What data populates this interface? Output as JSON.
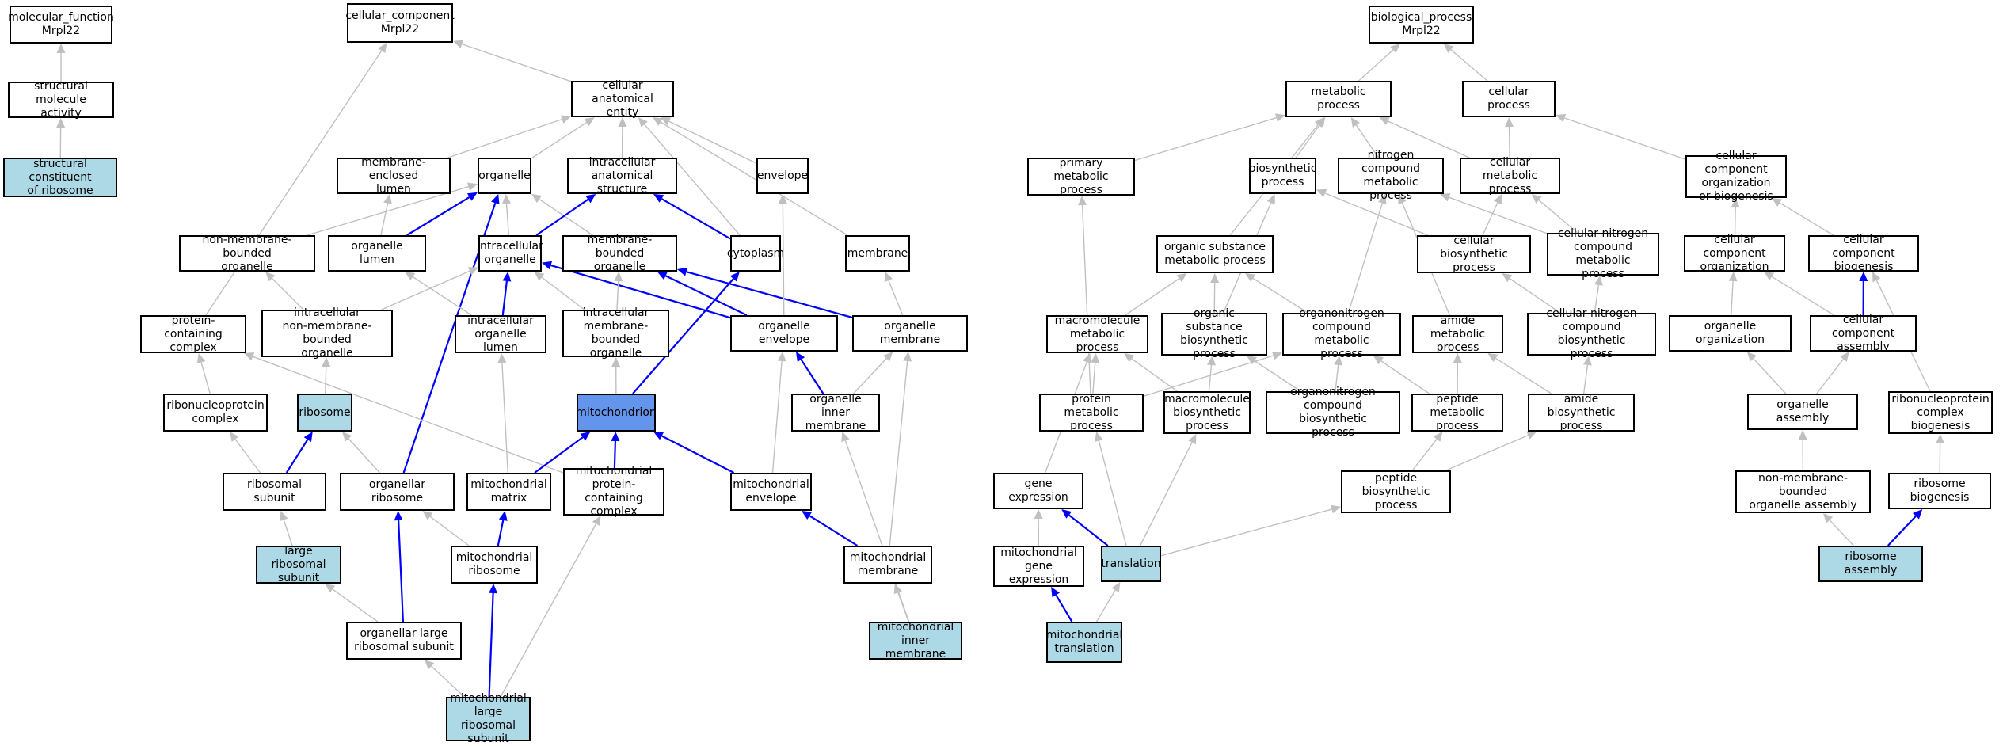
{
  "colors": {
    "node_fill": "#ffffff",
    "term_fill": "#add8e6",
    "focus_fill": "#6495ed",
    "edge_gray": "#c0c0c0",
    "edge_blue": "#0000ff"
  },
  "nodes": [
    {
      "id": "mf",
      "label": "molecular_function\nMrpl22",
      "kind": "root"
    },
    {
      "id": "sma",
      "label": "structural molecule\nactivity",
      "kind": "normal"
    },
    {
      "id": "scr",
      "label": "structural constituent\nof ribosome",
      "kind": "term"
    },
    {
      "id": "cc",
      "label": "cellular_component\nMrpl22",
      "kind": "root"
    },
    {
      "id": "cae",
      "label": "cellular anatomical\nentity",
      "kind": "normal"
    },
    {
      "id": "mel",
      "label": "membrane-enclosed\nlumen",
      "kind": "normal"
    },
    {
      "id": "org",
      "label": "organelle",
      "kind": "normal"
    },
    {
      "id": "ias",
      "label": "intracellular\nanatomical structure",
      "kind": "normal"
    },
    {
      "id": "env",
      "label": "envelope",
      "kind": "normal"
    },
    {
      "id": "nmbo",
      "label": "non-membrane-bounded\norganelle",
      "kind": "normal"
    },
    {
      "id": "olu",
      "label": "organelle lumen",
      "kind": "normal"
    },
    {
      "id": "io",
      "label": "intracellular\norganelle",
      "kind": "normal"
    },
    {
      "id": "mbo",
      "label": "membrane-bounded\norganelle",
      "kind": "normal"
    },
    {
      "id": "cyt",
      "label": "cytoplasm",
      "kind": "normal"
    },
    {
      "id": "mem",
      "label": "membrane",
      "kind": "normal"
    },
    {
      "id": "pcc",
      "label": "protein-containing\ncomplex",
      "kind": "normal"
    },
    {
      "id": "inmbo",
      "label": "intracellular\nnon-membrane-bounded\norganelle",
      "kind": "normal"
    },
    {
      "id": "iol",
      "label": "intracellular\norganelle lumen",
      "kind": "normal"
    },
    {
      "id": "imbo",
      "label": "intracellular\nmembrane-bounded\norganelle",
      "kind": "normal"
    },
    {
      "id": "oenv",
      "label": "organelle envelope",
      "kind": "normal"
    },
    {
      "id": "omem",
      "label": "organelle membrane",
      "kind": "normal"
    },
    {
      "id": "rnpc",
      "label": "ribonucleoprotein\ncomplex",
      "kind": "normal"
    },
    {
      "id": "rib",
      "label": "ribosome",
      "kind": "term"
    },
    {
      "id": "mito",
      "label": "mitochondrion",
      "kind": "focus"
    },
    {
      "id": "oim",
      "label": "organelle inner\nmembrane",
      "kind": "normal"
    },
    {
      "id": "rsu",
      "label": "ribosomal subunit",
      "kind": "normal"
    },
    {
      "id": "orib",
      "label": "organellar ribosome",
      "kind": "normal"
    },
    {
      "id": "mmat",
      "label": "mitochondrial\nmatrix",
      "kind": "normal"
    },
    {
      "id": "mpcc",
      "label": "mitochondrial\nprotein-containing\ncomplex",
      "kind": "normal"
    },
    {
      "id": "menv",
      "label": "mitochondrial\nenvelope",
      "kind": "normal"
    },
    {
      "id": "lrsu",
      "label": "large ribosomal\nsubunit",
      "kind": "term"
    },
    {
      "id": "mrib",
      "label": "mitochondrial\nribosome",
      "kind": "normal"
    },
    {
      "id": "mmem",
      "label": "mitochondrial\nmembrane",
      "kind": "normal"
    },
    {
      "id": "olrs",
      "label": "organellar large\nribosomal subunit",
      "kind": "normal"
    },
    {
      "id": "mim",
      "label": "mitochondrial\ninner membrane",
      "kind": "term"
    },
    {
      "id": "mlrs",
      "label": "mitochondrial\nlarge ribosomal\nsubunit",
      "kind": "term"
    },
    {
      "id": "bp",
      "label": "biological_process\nMrpl22",
      "kind": "root"
    },
    {
      "id": "metp",
      "label": "metabolic process",
      "kind": "normal"
    },
    {
      "id": "cellp",
      "label": "cellular process",
      "kind": "normal"
    },
    {
      "id": "pmp",
      "label": "primary metabolic\nprocess",
      "kind": "normal"
    },
    {
      "id": "bsp",
      "label": "biosynthetic\nprocess",
      "kind": "normal"
    },
    {
      "id": "ncmp",
      "label": "nitrogen compound\nmetabolic process",
      "kind": "normal"
    },
    {
      "id": "cmp",
      "label": "cellular metabolic\nprocess",
      "kind": "normal"
    },
    {
      "id": "ccob",
      "label": "cellular component\norganization\nor biogenesis",
      "kind": "normal"
    },
    {
      "id": "osmp",
      "label": "organic substance\nmetabolic process",
      "kind": "normal"
    },
    {
      "id": "cbp",
      "label": "cellular biosynthetic\nprocess",
      "kind": "normal"
    },
    {
      "id": "cncmp",
      "label": "cellular nitrogen\ncompound metabolic\nprocess",
      "kind": "normal"
    },
    {
      "id": "cco",
      "label": "cellular component\norganization",
      "kind": "normal"
    },
    {
      "id": "ccb",
      "label": "cellular component\nbiogenesis",
      "kind": "normal"
    },
    {
      "id": "mmp",
      "label": "macromolecule\nmetabolic process",
      "kind": "normal"
    },
    {
      "id": "osbp",
      "label": "organic substance\nbiosynthetic\nprocess",
      "kind": "normal"
    },
    {
      "id": "oncmp",
      "label": "organonitrogen\ncompound metabolic\nprocess",
      "kind": "normal"
    },
    {
      "id": "amp",
      "label": "amide metabolic\nprocess",
      "kind": "normal"
    },
    {
      "id": "cncbp",
      "label": "cellular nitrogen\ncompound biosynthetic\nprocess",
      "kind": "normal"
    },
    {
      "id": "oo",
      "label": "organelle organization",
      "kind": "normal"
    },
    {
      "id": "cca",
      "label": "cellular component\nassembly",
      "kind": "normal"
    },
    {
      "id": "prmp",
      "label": "protein metabolic\nprocess",
      "kind": "normal"
    },
    {
      "id": "mbp",
      "label": "macromolecule\nbiosynthetic\nprocess",
      "kind": "normal"
    },
    {
      "id": "oncbp",
      "label": "organonitrogen\ncompound biosynthetic\nprocess",
      "kind": "normal"
    },
    {
      "id": "pepmp",
      "label": "peptide metabolic\nprocess",
      "kind": "normal"
    },
    {
      "id": "abp",
      "label": "amide biosynthetic\nprocess",
      "kind": "normal"
    },
    {
      "id": "oa",
      "label": "organelle assembly",
      "kind": "normal"
    },
    {
      "id": "rnpb",
      "label": "ribonucleoprotein\ncomplex biogenesis",
      "kind": "normal"
    },
    {
      "id": "ge",
      "label": "gene expression",
      "kind": "normal"
    },
    {
      "id": "pbp",
      "label": "peptide biosynthetic\nprocess",
      "kind": "normal"
    },
    {
      "id": "nmboa",
      "label": "non-membrane-bounded\norganelle assembly",
      "kind": "normal"
    },
    {
      "id": "rb",
      "label": "ribosome biogenesis",
      "kind": "normal"
    },
    {
      "id": "mge",
      "label": "mitochondrial\ngene expression",
      "kind": "normal"
    },
    {
      "id": "tr",
      "label": "translation",
      "kind": "term"
    },
    {
      "id": "ra",
      "label": "ribosome assembly",
      "kind": "term"
    },
    {
      "id": "mtr",
      "label": "mitochondrial\ntranslation",
      "kind": "term"
    }
  ],
  "edges": [
    [
      "sma",
      "mf",
      "gray"
    ],
    [
      "scr",
      "sma",
      "gray"
    ],
    [
      "cae",
      "cc",
      "gray"
    ],
    [
      "pcc",
      "cc",
      "gray"
    ],
    [
      "org",
      "cae",
      "gray"
    ],
    [
      "mel",
      "cae",
      "gray"
    ],
    [
      "ias",
      "cae",
      "gray"
    ],
    [
      "env",
      "cae",
      "gray"
    ],
    [
      "cyt",
      "cae",
      "gray"
    ],
    [
      "mem",
      "cae",
      "gray"
    ],
    [
      "nmbo",
      "org",
      "gray"
    ],
    [
      "olu",
      "org",
      "blue"
    ],
    [
      "io",
      "org",
      "gray"
    ],
    [
      "mbo",
      "org",
      "gray"
    ],
    [
      "orib",
      "org",
      "blue"
    ],
    [
      "olu",
      "mel",
      "gray"
    ],
    [
      "io",
      "ias",
      "blue"
    ],
    [
      "cyt",
      "ias",
      "blue"
    ],
    [
      "inmbo",
      "nmbo",
      "gray"
    ],
    [
      "inmbo",
      "io",
      "gray"
    ],
    [
      "iol",
      "io",
      "blue"
    ],
    [
      "imbo",
      "io",
      "gray"
    ],
    [
      "oenv",
      "io",
      "blue"
    ],
    [
      "iol",
      "olu",
      "gray"
    ],
    [
      "imbo",
      "mbo",
      "gray"
    ],
    [
      "oenv",
      "mbo",
      "blue"
    ],
    [
      "omem",
      "mbo",
      "blue"
    ],
    [
      "mito",
      "cyt",
      "blue"
    ],
    [
      "oenv",
      "env",
      "gray"
    ],
    [
      "omem",
      "mem",
      "gray"
    ],
    [
      "rnpc",
      "pcc",
      "gray"
    ],
    [
      "mpcc",
      "pcc",
      "gray"
    ],
    [
      "rib",
      "inmbo",
      "gray"
    ],
    [
      "mito",
      "imbo",
      "gray"
    ],
    [
      "oim",
      "oenv",
      "blue"
    ],
    [
      "oim",
      "omem",
      "gray"
    ],
    [
      "menv",
      "oenv",
      "gray"
    ],
    [
      "mmem",
      "omem",
      "gray"
    ],
    [
      "rsu",
      "rnpc",
      "gray"
    ],
    [
      "rsu",
      "rib",
      "blue"
    ],
    [
      "orib",
      "rib",
      "gray"
    ],
    [
      "mmat",
      "iol",
      "gray"
    ],
    [
      "mmat",
      "mito",
      "blue"
    ],
    [
      "mpcc",
      "mito",
      "blue"
    ],
    [
      "menv",
      "mito",
      "blue"
    ],
    [
      "mim",
      "oim",
      "gray"
    ],
    [
      "lrsu",
      "rsu",
      "gray"
    ],
    [
      "mrib",
      "orib",
      "gray"
    ],
    [
      "olrs",
      "orib",
      "blue"
    ],
    [
      "mrib",
      "mmat",
      "blue"
    ],
    [
      "mlrs",
      "mpcc",
      "gray"
    ],
    [
      "mmem",
      "menv",
      "blue"
    ],
    [
      "olrs",
      "lrsu",
      "gray"
    ],
    [
      "mlrs",
      "mrib",
      "blue"
    ],
    [
      "mim",
      "mmem",
      "gray"
    ],
    [
      "mlrs",
      "olrs",
      "gray"
    ],
    [
      "metp",
      "bp",
      "gray"
    ],
    [
      "cellp",
      "bp",
      "gray"
    ],
    [
      "pmp",
      "metp",
      "gray"
    ],
    [
      "bsp",
      "metp",
      "gray"
    ],
    [
      "ncmp",
      "metp",
      "gray"
    ],
    [
      "cmp",
      "metp",
      "gray"
    ],
    [
      "osmp",
      "metp",
      "gray"
    ],
    [
      "cmp",
      "cellp",
      "gray"
    ],
    [
      "ccob",
      "cellp",
      "gray"
    ],
    [
      "prmp",
      "pmp",
      "gray"
    ],
    [
      "cbp",
      "bsp",
      "gray"
    ],
    [
      "osbp",
      "bsp",
      "gray"
    ],
    [
      "cncmp",
      "ncmp",
      "gray"
    ],
    [
      "oncmp",
      "ncmp",
      "gray"
    ],
    [
      "amp",
      "ncmp",
      "gray"
    ],
    [
      "cbp",
      "cmp",
      "gray"
    ],
    [
      "cncmp",
      "cmp",
      "gray"
    ],
    [
      "cco",
      "ccob",
      "gray"
    ],
    [
      "ccb",
      "ccob",
      "gray"
    ],
    [
      "mmp",
      "osmp",
      "gray"
    ],
    [
      "osbp",
      "osmp",
      "gray"
    ],
    [
      "oncmp",
      "osmp",
      "gray"
    ],
    [
      "cncbp",
      "cbp",
      "gray"
    ],
    [
      "cncbp",
      "cncmp",
      "gray"
    ],
    [
      "oo",
      "cco",
      "gray"
    ],
    [
      "cca",
      "cco",
      "gray"
    ],
    [
      "cca",
      "ccb",
      "blue"
    ],
    [
      "rnpb",
      "ccb",
      "gray"
    ],
    [
      "prmp",
      "mmp",
      "gray"
    ],
    [
      "mbp",
      "mmp",
      "gray"
    ],
    [
      "ge",
      "mmp",
      "gray"
    ],
    [
      "mbp",
      "osbp",
      "gray"
    ],
    [
      "oncbp",
      "osbp",
      "gray"
    ],
    [
      "prmp",
      "oncmp",
      "gray"
    ],
    [
      "oncbp",
      "oncmp",
      "gray"
    ],
    [
      "pepmp",
      "oncmp",
      "gray"
    ],
    [
      "pepmp",
      "amp",
      "gray"
    ],
    [
      "abp",
      "amp",
      "gray"
    ],
    [
      "abp",
      "cncbp",
      "gray"
    ],
    [
      "oa",
      "oo",
      "gray"
    ],
    [
      "oa",
      "cca",
      "gray"
    ],
    [
      "pbp",
      "pepmp",
      "gray"
    ],
    [
      "pbp",
      "abp",
      "gray"
    ],
    [
      "nmboa",
      "oa",
      "gray"
    ],
    [
      "rb",
      "rnpb",
      "gray"
    ],
    [
      "mge",
      "ge",
      "gray"
    ],
    [
      "tr",
      "ge",
      "blue"
    ],
    [
      "tr",
      "prmp",
      "gray"
    ],
    [
      "tr",
      "mbp",
      "gray"
    ],
    [
      "tr",
      "pbp",
      "gray"
    ],
    [
      "ra",
      "nmboa",
      "gray"
    ],
    [
      "ra",
      "rb",
      "blue"
    ],
    [
      "mtr",
      "mge",
      "blue"
    ],
    [
      "mtr",
      "tr",
      "gray"
    ]
  ]
}
